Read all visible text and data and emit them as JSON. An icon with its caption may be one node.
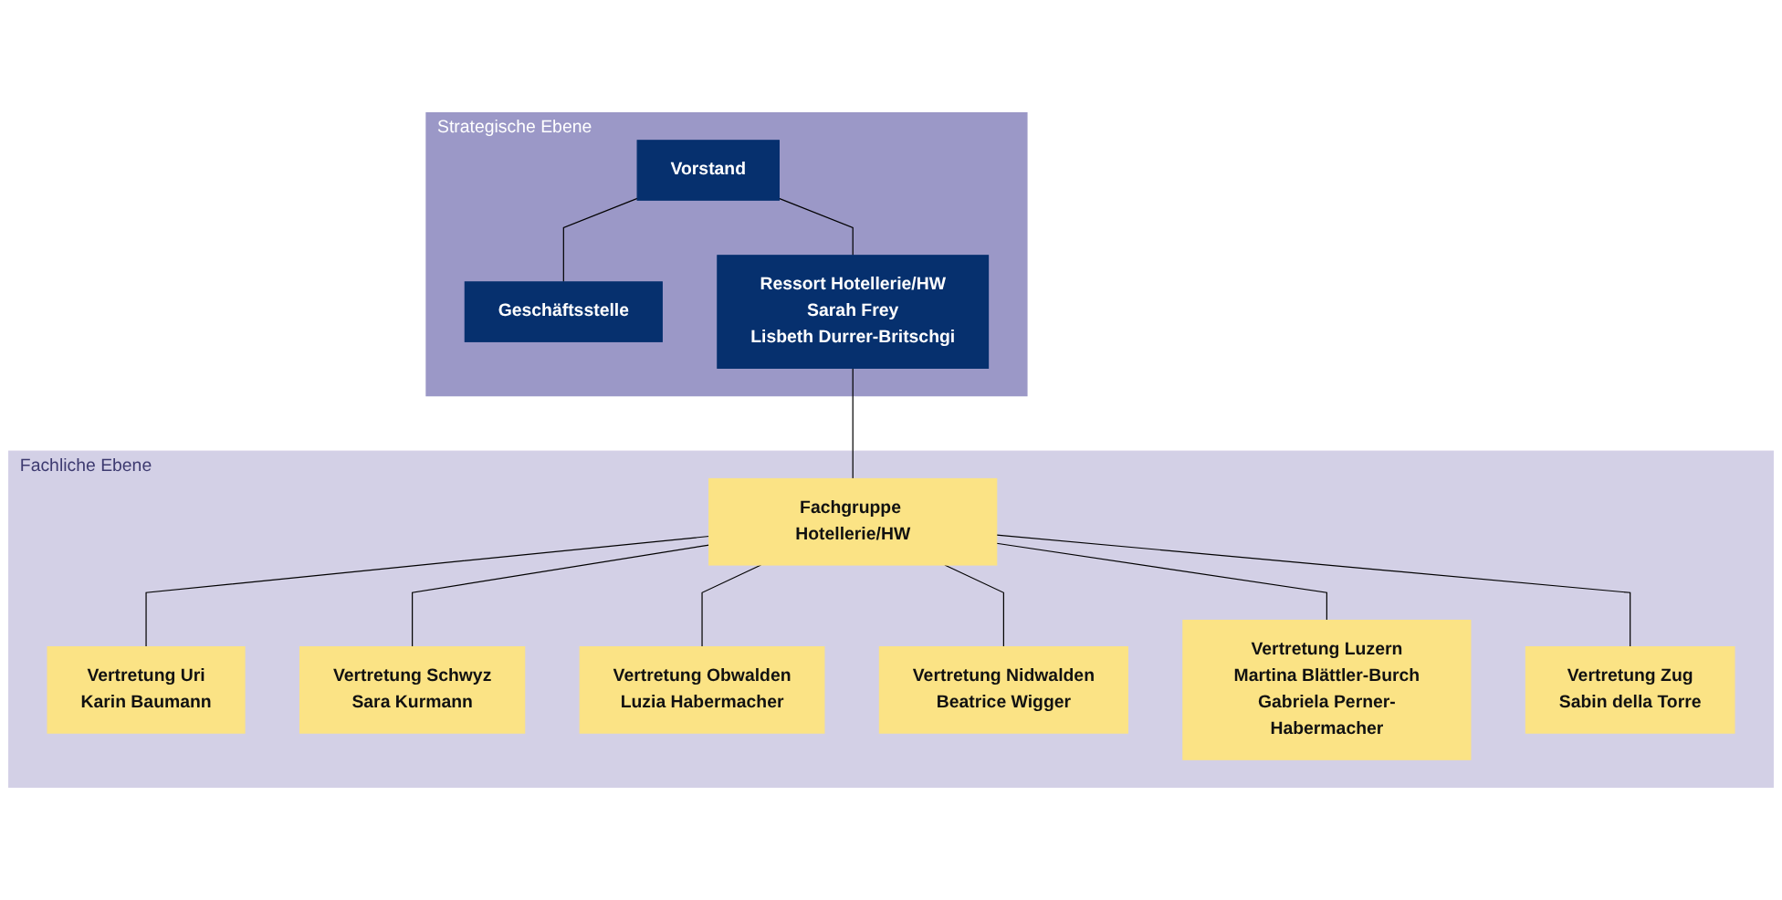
{
  "diagram": {
    "nodes": [
      {
        "text": [
          "Strategische Ebene"
        ]
      },
      {
        "text": [
          "Vorstand"
        ],
        "in": 0
      },
      {
        "text": [
          "Geschäftsstelle"
        ],
        "in": 0
      },
      {
        "text": [
          "Ressort Hotellerie/HW",
          "Sarah Frey",
          "Lisbeth Durrer-Britschgi"
        ],
        "in": 0
      },
      {
        "text": [
          "Fachliche Ebene"
        ]
      },
      {
        "text": [
          "Fachgruppe Hotellerie/HW"
        ],
        "in": 4
      },
      {
        "text": [
          "Vertretung Uri",
          "Karin Baumann"
        ],
        "in": 4
      },
      {
        "text": [
          "Vertretung Schwyz",
          "Sara Kurmann"
        ],
        "in": 4
      },
      {
        "text": [
          "Vertretung Obwalden",
          "Luzia Habermacher"
        ],
        "in": 4
      },
      {
        "text": [
          "Vertretung Nidwalden",
          "Beatrice Wigger"
        ],
        "in": 4
      },
      {
        "text": [
          "Vertretung Luzern",
          "Martina Blättler-Burch",
          "Gabriela Perner-Habermacher"
        ],
        "in": 4
      },
      {
        "text": [
          "Vertretung Zug",
          "Sabin della Torre"
        ],
        "in": 4
      }
    ],
    "edges": [
      {
        "from": 1,
        "to": 2,
        "arrow": "none"
      },
      {
        "from": 1,
        "to": 3,
        "arrow": "none"
      },
      {
        "from": 3,
        "to": 5,
        "arrow": "none"
      },
      {
        "from": 5,
        "to": 6,
        "arrow": "none"
      },
      {
        "from": 5,
        "to": 7,
        "arrow": "none"
      },
      {
        "from": 5,
        "to": 8,
        "arrow": "none"
      },
      {
        "from": 5,
        "to": 9,
        "arrow": "none"
      },
      {
        "from": 5,
        "to": 10,
        "arrow": "none"
      },
      {
        "from": 5,
        "to": 11,
        "arrow": "none"
      }
    ]
  }
}
